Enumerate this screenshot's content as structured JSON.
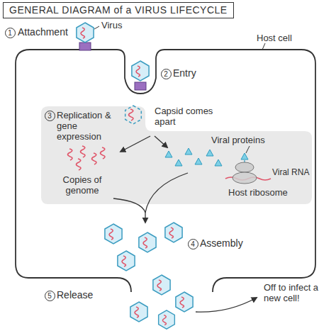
{
  "diagram": {
    "title": "GENERAL DIAGRAM of a VIRUS LIFECYCLE",
    "nodes": [
      {
        "text": [
          "Host cell"
        ]
      },
      {
        "text": [
          "Viral proteins",
          "Copies of genome",
          "Viral RNA",
          "Host ribosome"
        ],
        "in": 0
      }
    ],
    "labels": [
      "1",
      "Attachment",
      "Virus",
      "2",
      "Entry",
      "Capsid comes apart",
      "3",
      "Replication & gene expression",
      "4",
      "Assembly",
      "5",
      "Release",
      "Off to infect a new cell!"
    ]
  }
}
